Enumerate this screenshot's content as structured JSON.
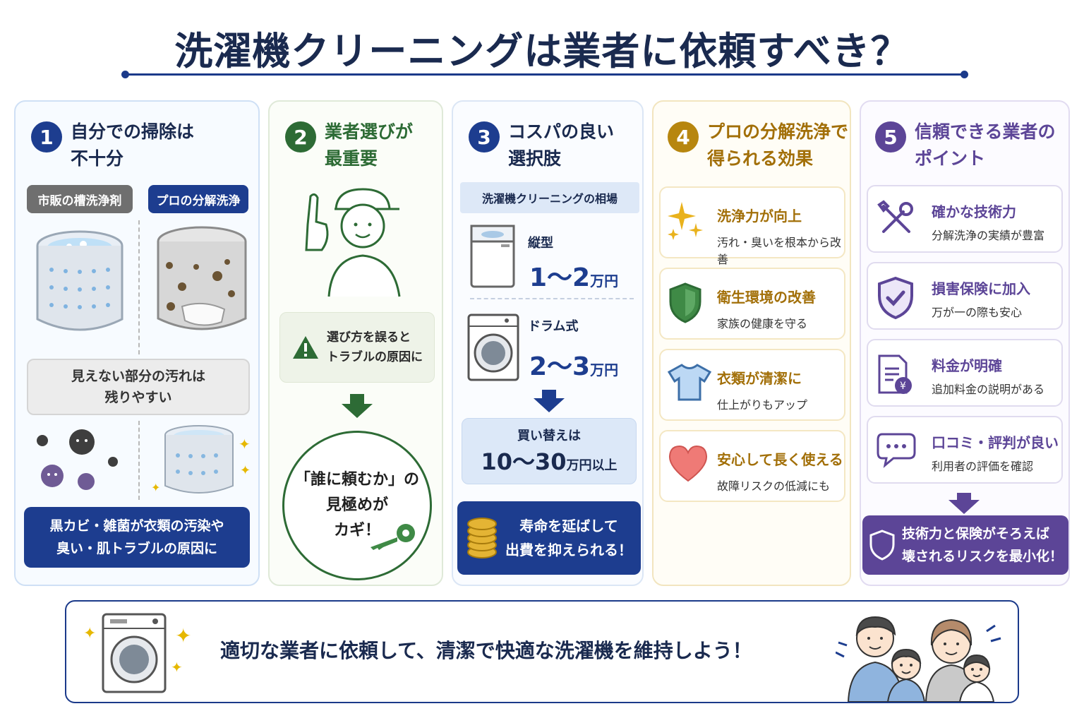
{
  "title": "洗濯機クリーニングは業者に依頼すべき？",
  "sec1": {
    "num": "1",
    "heading": "自分での掃除は\n不十分",
    "label_a": "市販の槽洗浄剤",
    "label_b": "プロの分解洗浄",
    "note": "見えない部分の汚れは\n残りやすい",
    "warning": "黒カビ・雑菌が衣類の汚染や\n臭い・肌トラブルの原因に"
  },
  "sec2": {
    "num": "2",
    "heading": "業者選びが\n最重要",
    "warning": "選び方を誤ると\nトラブルの原因に",
    "key_message": "「誰に頼むか」の\n見極めが\nカギ！"
  },
  "sec3": {
    "num": "3",
    "heading": "コスパの良い\n選択肢",
    "market_label": "洗濯機クリーニングの相場",
    "vertical_label": "縦型",
    "vertical_price": "1～2",
    "vertical_unit": "万円",
    "drum_label": "ドラム式",
    "drum_price": "2～3",
    "drum_unit": "万円",
    "replace_label": "買い替えは",
    "replace_price": "10～30",
    "replace_unit": "万円以上",
    "bottom": "寿命を延ばして\n出費を抑えられる！"
  },
  "sec4": {
    "num": "4",
    "heading": "プロの分解洗浄で\n得られる効果",
    "items": [
      {
        "title": "洗浄力が向上",
        "desc": "汚れ・臭いを根本から改善",
        "icon": "sparkle-icon"
      },
      {
        "title": "衛生環境の改善",
        "desc": "家族の健康を守る",
        "icon": "shield-icon"
      },
      {
        "title": "衣類が清潔に",
        "desc": "仕上がりもアップ",
        "icon": "shirt-icon"
      },
      {
        "title": "安心して長く使える",
        "desc": "故障リスクの低減にも",
        "icon": "heart-icon"
      }
    ]
  },
  "sec5": {
    "num": "5",
    "heading": "信頼できる業者の\nポイント",
    "items": [
      {
        "title": "確かな技術力",
        "desc": "分解洗浄の実績が豊富",
        "icon": "tools-icon"
      },
      {
        "title": "損害保険に加入",
        "desc": "万が一の際も安心",
        "icon": "shield-check-icon"
      },
      {
        "title": "料金が明確",
        "desc": "追加料金の説明がある",
        "icon": "invoice-icon"
      },
      {
        "title": "口コミ・評判が良い",
        "desc": "利用者の評価を確認",
        "icon": "chat-icon"
      }
    ],
    "bottom": "技術力と保険がそろえば\n壊されるリスクを最小化！"
  },
  "footer": {
    "text": "適切な業者に依頼して、清潔で快適な洗濯機を維持しよう！"
  },
  "colors": {
    "navy": "#1d3d8f",
    "green": "#2d6b35",
    "gold": "#b7860f",
    "purple": "#5c4597"
  }
}
